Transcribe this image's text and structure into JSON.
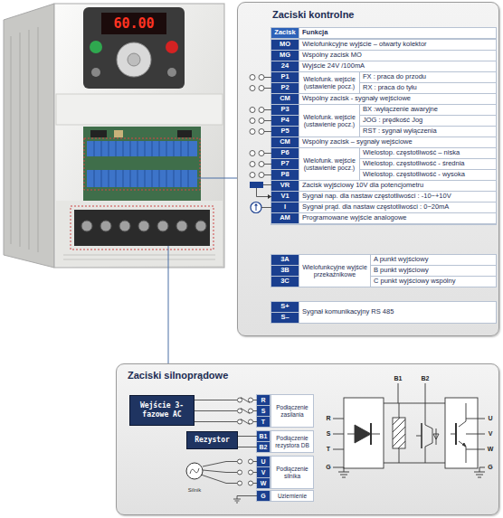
{
  "diagram": {
    "nodes": [
      {
        "text": [
          "Zaciski kontrolne"
        ]
      },
      {
        "text": [
          "Zaciski silnoprądowe"
        ]
      },
      {
        "text": [
          "Wejście 3-fazowe AC"
        ],
        "in": 1
      },
      {
        "text": [
          "Rezystor"
        ],
        "in": 1
      },
      {
        "text": [
          "Silnik"
        ],
        "in": 1
      }
    ],
    "labels": [
      "60.00",
      "Zacisk",
      "Funkcja",
      "MO",
      "Wielofunkcyjne wyjście – otwarty kolektor",
      "MG",
      "Wspólny zacisk MO",
      "24",
      "Wyjście 24V /100mA",
      "P1",
      "Wielofunk. wejście (ustawienie pocz.)",
      "FX : praca do przodu",
      "P2",
      "RX : praca do tyłu",
      "CM",
      "Wspólny zacisk - sygnały wejściowe",
      "P3",
      "Wielofunk. wejście (ustawienie pocz.)",
      "BX :wyłączenie awaryjne",
      "P4",
      "JOG : prędkość Jog",
      "P5",
      "RST : sygnał wyłączenia",
      "CM",
      "Wspólny zacisk – sygnały wejściowe",
      "P6",
      "Wielofunk. wejście (ustawienie pocz.)",
      "Wielostop. częstotliwość – niska",
      "P7",
      "Wielostop. częstotliwość - średnia",
      "P8",
      "Wielostop. częstotliwość - wysoka",
      "VR",
      "Zacisk wyjściowy 10V dla potencjometru",
      "V1",
      "Sygnał nap. dla nastaw częstotliwości : -10~+10V",
      "I",
      "Sygnał prąd. dla nastaw częstotliwości : 0~20mA",
      "AM",
      "Programowane wyjście analogowe",
      "3A",
      "Wielofunkcyjne wyjście przekaźnikowe",
      "A punkt wyjściowy",
      "3B",
      "B punkt wyjściowy",
      "3C",
      "C punkt wyjściowy wspólny",
      "S+",
      "Sygnał komunikacyjny RS 485",
      "S–",
      "R",
      "S",
      "T",
      "Podłączenie zasilania",
      "B1",
      "B2",
      "Podłączenie rezystora DB",
      "U",
      "V",
      "W",
      "Podłączenie silnika",
      "G",
      "Uziemienie",
      "B1",
      "B2",
      "R",
      "S",
      "T",
      "G",
      "U",
      "V",
      "W",
      "G"
    ]
  }
}
